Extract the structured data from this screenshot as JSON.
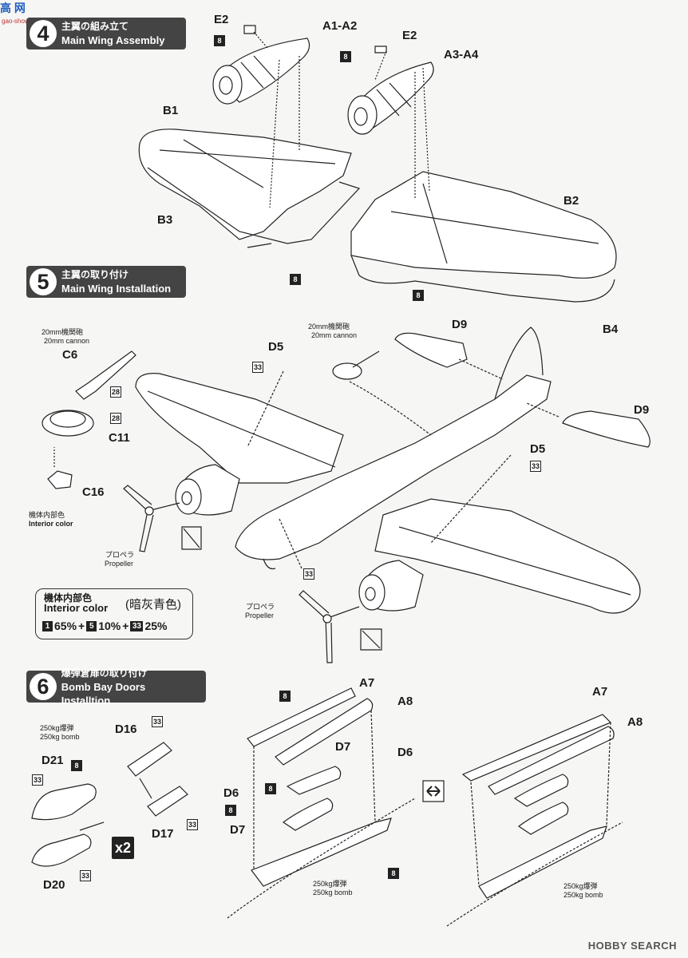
{
  "watermark": {
    "logo": "高 网",
    "sub": "gao-show.com"
  },
  "footer": "HOBBY SEARCH",
  "step4": {
    "num": "4",
    "jp": "主翼の組み立て",
    "en": "Main Wing Assembly"
  },
  "step5": {
    "num": "5",
    "jp": "主翼の取り付け",
    "en": "Main Wing Installation"
  },
  "step6": {
    "num": "6",
    "jp": "爆弾倉扉の取り付け",
    "en": "Bomb Bay Doors Installtion"
  },
  "parts": {
    "e2": "E2",
    "a1a2": "A1-A2",
    "a3a4": "A3-A4",
    "b1": "B1",
    "b2": "B2",
    "b3": "B3",
    "b4": "B4",
    "c6": "C6",
    "c11": "C11",
    "c16": "C16",
    "d5": "D5",
    "d9": "D9",
    "a7": "A7",
    "a8": "A8",
    "d6": "D6",
    "d7": "D7",
    "d16": "D16",
    "d17": "D17",
    "d20": "D20",
    "d21": "D21"
  },
  "colors": {
    "c8": "8",
    "c28": "28",
    "c33": "33"
  },
  "texts": {
    "cannon_jp": "20mm機関砲",
    "cannon_en": "20mm cannon",
    "interior_jp": "機体内部色",
    "interior_en": "Interior color",
    "prop_jp": "プロペラ",
    "prop_en": "Propeller",
    "bomb_jp": "250kg爆弾",
    "bomb_en": "250kg bomb",
    "x2": "x2"
  },
  "colorbox": {
    "jp": "機体内部色",
    "en": "Interior color",
    "name": "(暗灰青色)",
    "c1": "1",
    "p1": "65%",
    "plus1": "+",
    "c2": "5",
    "p2": "10%",
    "plus2": "+",
    "c3": "33",
    "p3": "25%"
  }
}
